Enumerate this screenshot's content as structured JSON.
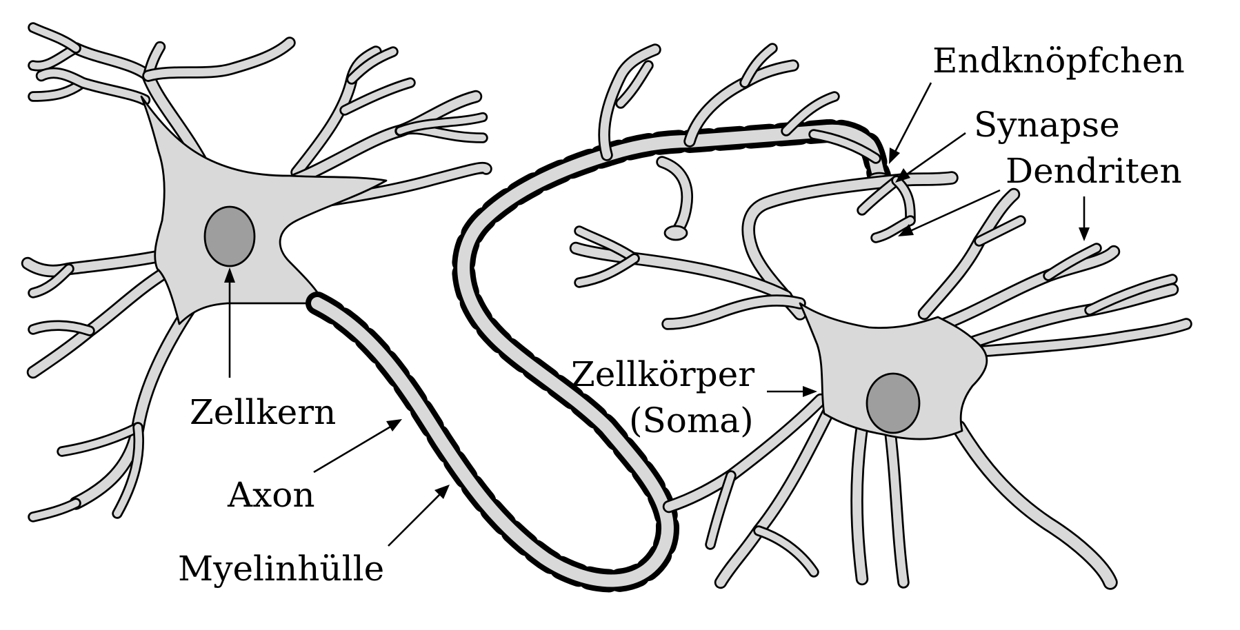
{
  "labels": {
    "endknoepfchen": "Endknöpfchen",
    "synapse": "Synapse",
    "dendriten": "Dendriten",
    "zellkoerper": "Zellkörper",
    "soma": "(Soma)",
    "zellkern": "Zellkern",
    "axon": "Axon",
    "myelinhuelle": "Myelinhülle"
  },
  "colors": {
    "membrane_fill": "#d9d9d9",
    "nucleus_fill": "#9e9e9e",
    "outline": "#000000",
    "background": "#ffffff"
  }
}
